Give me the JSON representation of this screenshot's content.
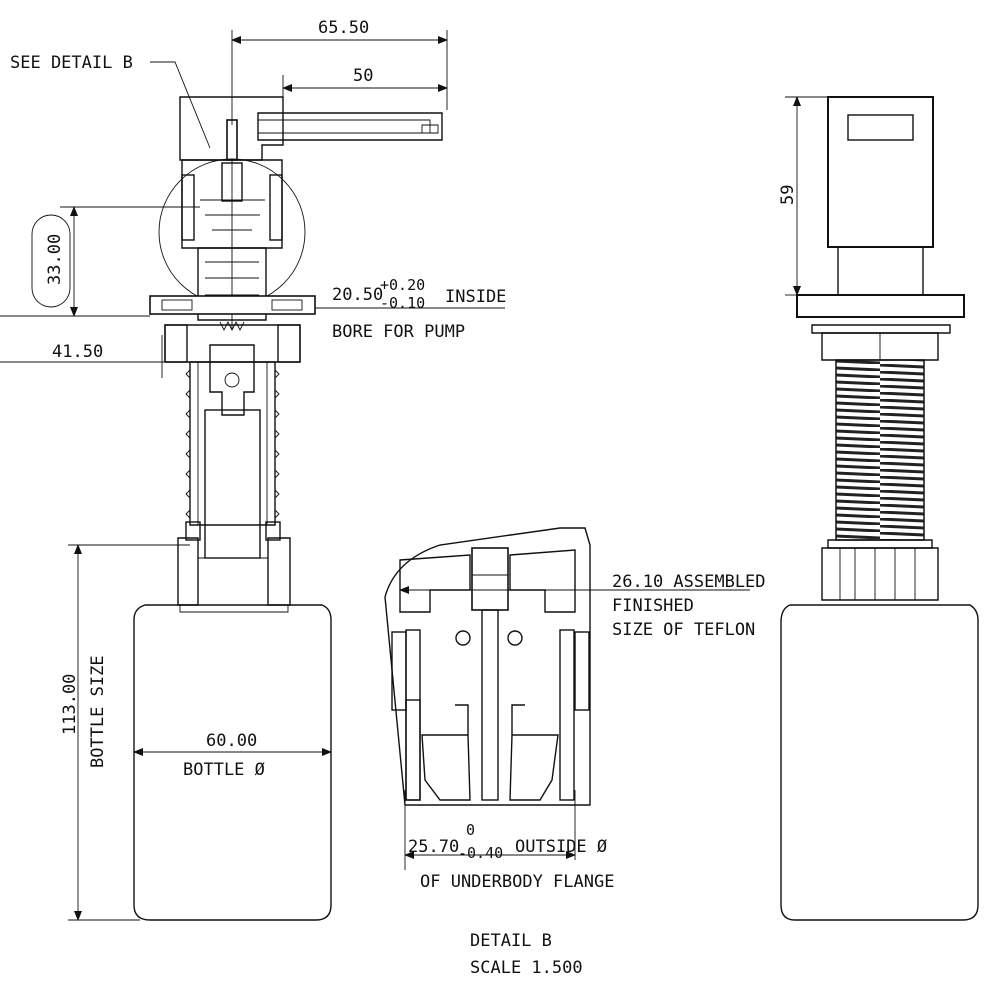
{
  "labels": {
    "see_detail": "SEE DETAIL B",
    "dim_65_50": "65.50",
    "dim_50": "50",
    "dim_33_00": "33.00",
    "dim_20_50": "20.50",
    "tol_plus": "+0.20",
    "tol_minus": "-0.10",
    "inside": "INSIDE",
    "bore_for_pump": "BORE FOR PUMP",
    "dim_41_50": "41.50",
    "dim_113_00": "113.00",
    "bottle_size": "BOTTLE SIZE",
    "dim_60_00": "60.00",
    "bottle_dia": "BOTTLE Ø",
    "dim_59": "59",
    "assembled": "26.10 ASSEMBLED",
    "finished": "FINISHED",
    "size_teflon": "SIZE OF TEFLON",
    "dim_25_70": "25.70",
    "tol_zero": "0",
    "tol_040": "-0.40",
    "outside": "OUTSIDE Ø",
    "underbody": "OF UNDERBODY FLANGE",
    "detail_b": "DETAIL  B",
    "scale": "SCALE  1.500"
  }
}
